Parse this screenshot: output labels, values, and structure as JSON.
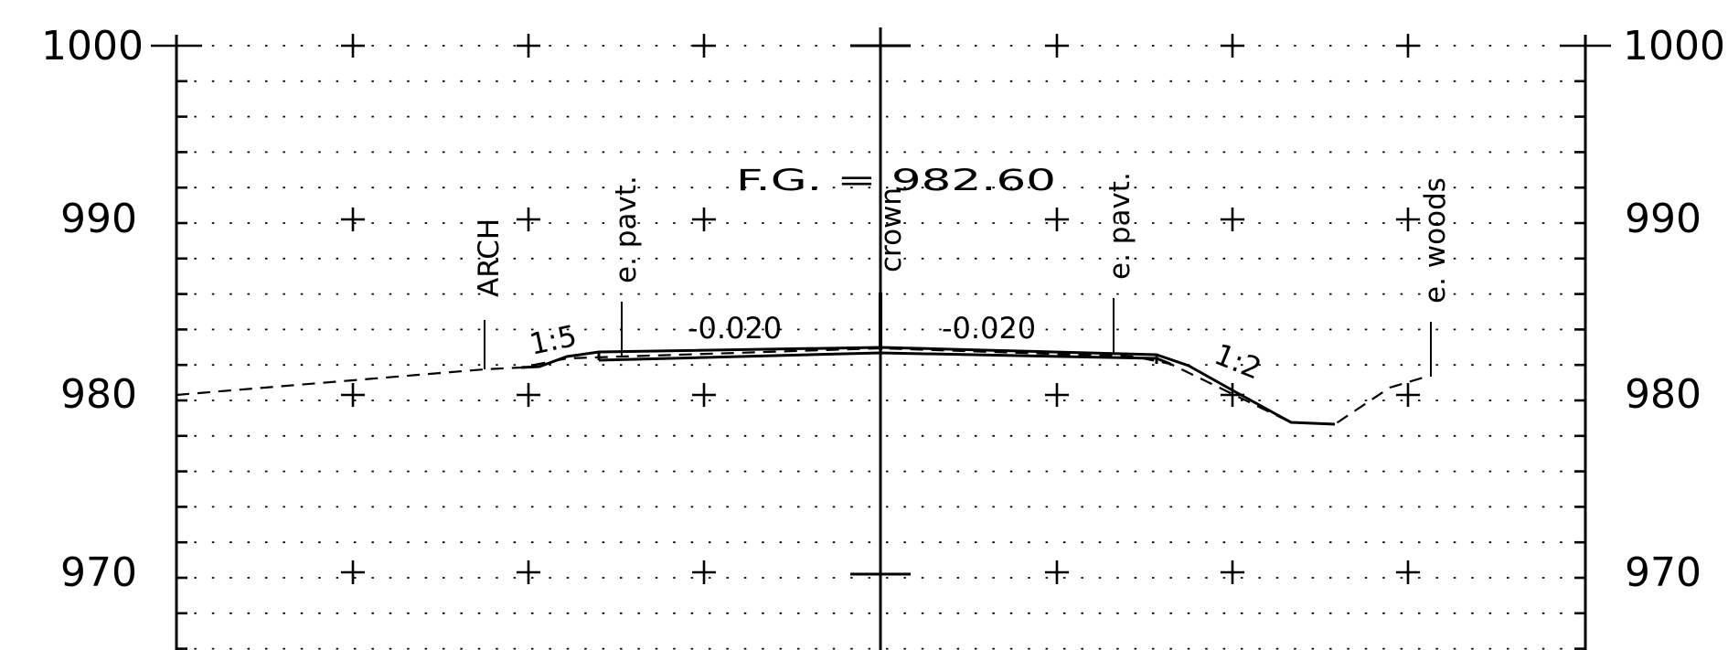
{
  "elevation_labels": {
    "left": [
      "1000",
      "990",
      "980",
      "970"
    ],
    "right": [
      "1000",
      "990",
      "980",
      "970"
    ]
  },
  "annotations": {
    "finished_grade": "F.G. = 982.60",
    "arch": "ARCH",
    "edge_pavement_left": "e. pavt.",
    "crown": "crown",
    "edge_pavement_right": "e. pavt.",
    "edge_woods": "e. woods",
    "slope_left_foreslope": "1:5",
    "slope_right_foreslope": "1:2",
    "cross_slope_left": "-0.020",
    "cross_slope_right": "-0.020"
  },
  "colors": {
    "ink": "#000000",
    "background": "#ffffff"
  }
}
